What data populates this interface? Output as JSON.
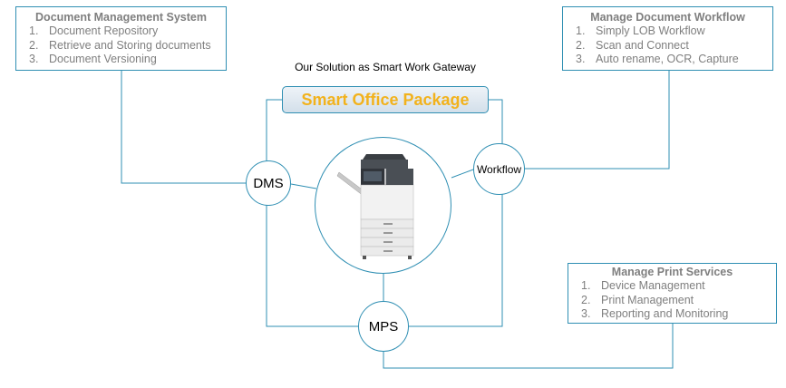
{
  "gateway_label": "Our Solution as Smart Work Gateway",
  "package_label": "Smart Office Package",
  "nodes": {
    "dms": "DMS",
    "workflow": "Workflow",
    "mps": "MPS"
  },
  "boxes": {
    "dms": {
      "title": "Document Management System",
      "items": [
        {
          "num": "1.",
          "text": "Document Repository"
        },
        {
          "num": "2.",
          "text": "Retrieve and Storing documents"
        },
        {
          "num": "3.",
          "text": "Document Versioning"
        }
      ]
    },
    "workflow": {
      "title": "Manage Document Workflow",
      "items": [
        {
          "num": "1.",
          "text": "Simply LOB Workflow"
        },
        {
          "num": "2.",
          "text": "Scan and Connect"
        },
        {
          "num": "3.",
          "text": "Auto rename, OCR, Capture"
        }
      ]
    },
    "mps": {
      "title": "Manage Print Services",
      "items": [
        {
          "num": "1.",
          "text": "Device Management"
        },
        {
          "num": "2.",
          "text": "Print Management"
        },
        {
          "num": "3.",
          "text": "Reporting and Monitoring"
        }
      ]
    }
  },
  "colors": {
    "line": "#2f8fb3",
    "package_text": "#f2b21c",
    "box_text": "#7f7f7f"
  }
}
